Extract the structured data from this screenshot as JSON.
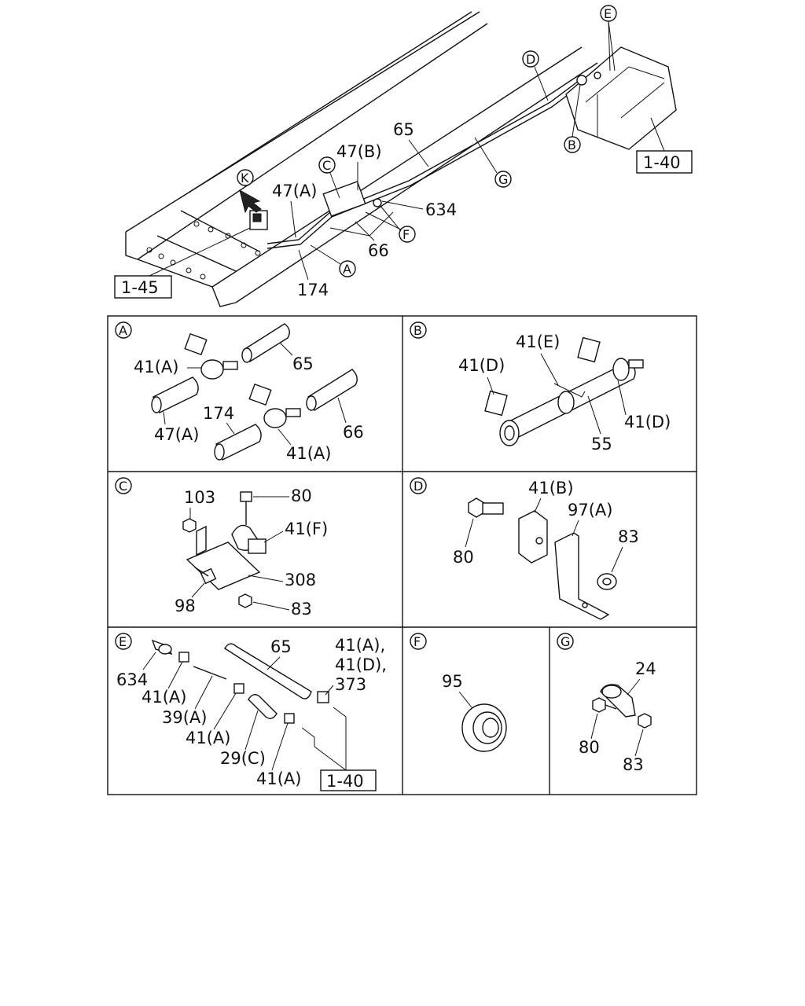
{
  "overview": {
    "ref_front": "1-45",
    "ref_tank": "1-40",
    "view_marker": "K",
    "callouts": [
      "A",
      "B",
      "C",
      "D",
      "E",
      "F",
      "G"
    ],
    "labels": [
      "65",
      "47(B)",
      "47(A)",
      "634",
      "66",
      "174"
    ]
  },
  "details": [
    {
      "id": "A",
      "labels": [
        "41(A)",
        "65",
        "47(A)",
        "174",
        "66",
        "41(A)"
      ]
    },
    {
      "id": "B",
      "labels": [
        "41(E)",
        "41(D)",
        "41(D)",
        "55"
      ]
    },
    {
      "id": "C",
      "labels": [
        "103",
        "80",
        "41(F)",
        "308",
        "98",
        "83"
      ]
    },
    {
      "id": "D",
      "labels": [
        "41(B)",
        "97(A)",
        "83",
        "80"
      ]
    },
    {
      "id": "E",
      "labels": [
        "65",
        "41(A),",
        "41(D),",
        "373",
        "634",
        "41(A)",
        "39(A)",
        "41(A)",
        "29(C)",
        "41(A)"
      ],
      "ref": "1-40"
    },
    {
      "id": "F",
      "labels": [
        "95"
      ]
    },
    {
      "id": "G",
      "labels": [
        "24",
        "80",
        "83"
      ]
    }
  ]
}
